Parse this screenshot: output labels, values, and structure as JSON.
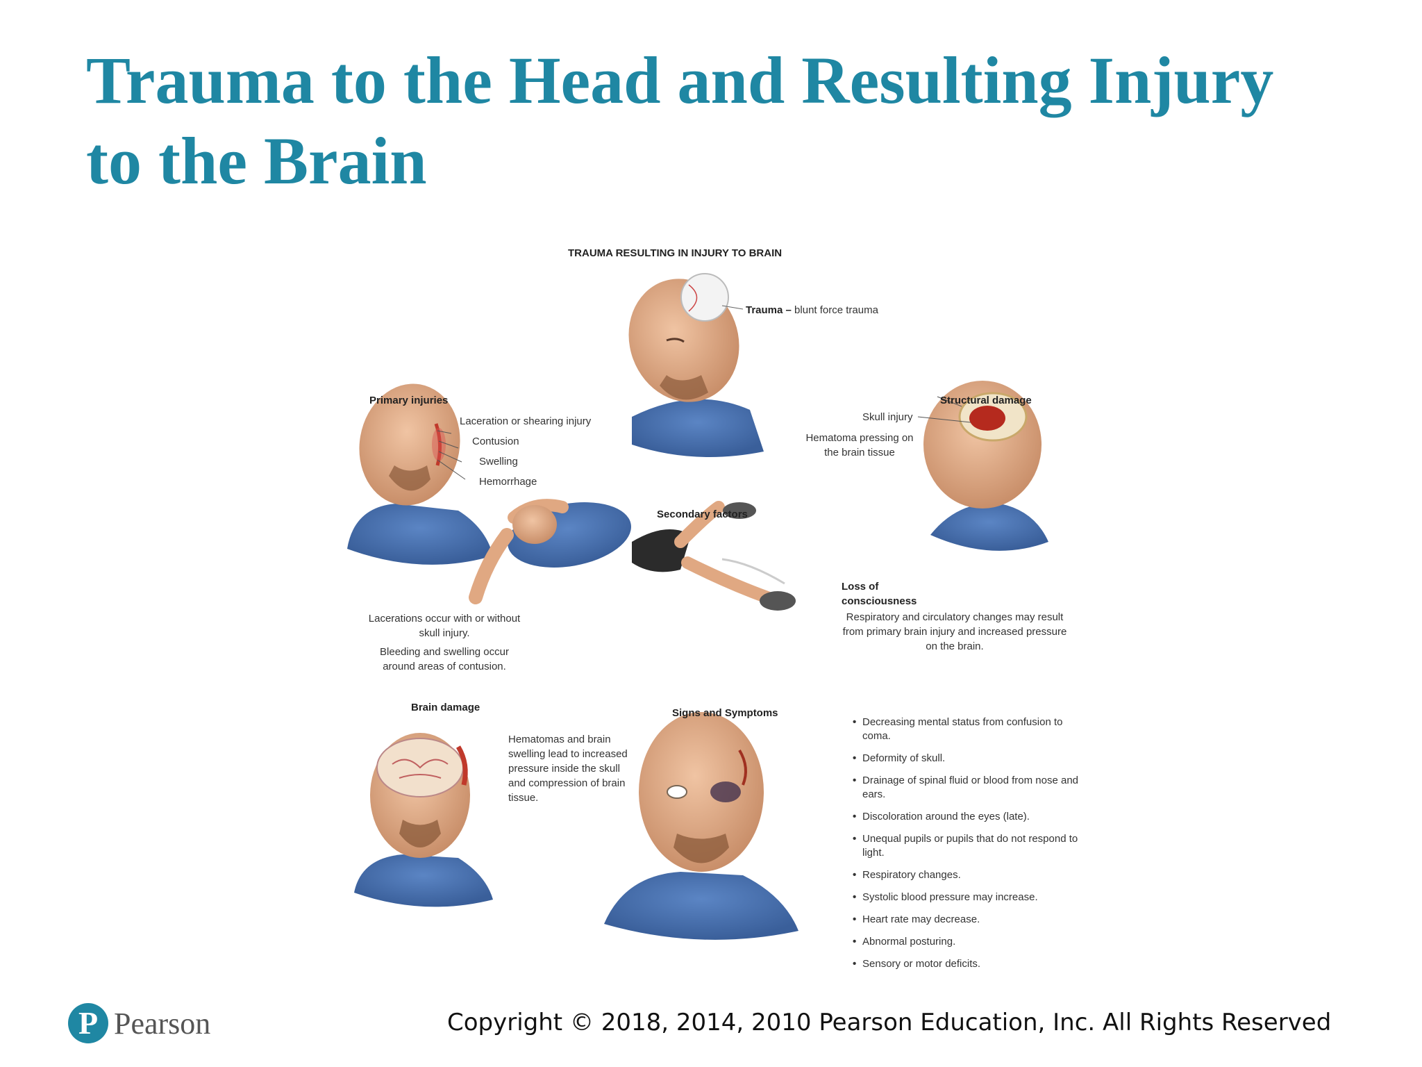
{
  "slide": {
    "title": "Trauma to the Head and Resulting Injury to the Brain"
  },
  "figure": {
    "heading": "TRAUMA RESULTING IN INJURY TO BRAIN",
    "trauma": {
      "bold": "Trauma –",
      "text": "blunt force trauma"
    },
    "primary": {
      "heading": "Primary injuries",
      "labels": [
        "Laceration or shearing injury",
        "Contusion",
        "Swelling",
        "Hemorrhage"
      ],
      "note1": "Lacerations occur with or without skull injury.",
      "note2": "Bleeding and swelling occur around areas of contusion."
    },
    "structural": {
      "heading": "Structural damage",
      "skull": "Skull injury",
      "hematoma": "Hematoma pressing on the brain tissue"
    },
    "secondary": {
      "heading": "Secondary factors",
      "loss": "Loss of consciousness",
      "loss_text": "Respiratory and circulatory changes may result from primary brain injury and increased pressure on the brain."
    },
    "brain_damage": {
      "heading": "Brain damage",
      "text": "Hematomas and brain swelling lead to increased pressure inside the skull and compression of brain tissue."
    },
    "signs": {
      "heading": "Signs and Symptoms",
      "items": [
        "Decreasing mental status from confusion to coma.",
        "Deformity of skull.",
        "Drainage of spinal fluid or blood from nose and ears.",
        "Discoloration around the eyes (late).",
        "Unequal pupils or pupils that do not respond to light.",
        "Respiratory changes.",
        "Systolic blood pressure may increase.",
        "Heart rate may decrease.",
        "Abnormal posturing.",
        "Sensory or motor deficits."
      ]
    }
  },
  "footer": {
    "logo_letter": "P",
    "logo_text": "Pearson",
    "copyright": "Copyright © 2018, 2014, 2010 Pearson Education, Inc. All Rights Reserved"
  },
  "colors": {
    "title": "#1f87a3",
    "shirt": "#4a74b4",
    "skin": "#e3b08d"
  }
}
